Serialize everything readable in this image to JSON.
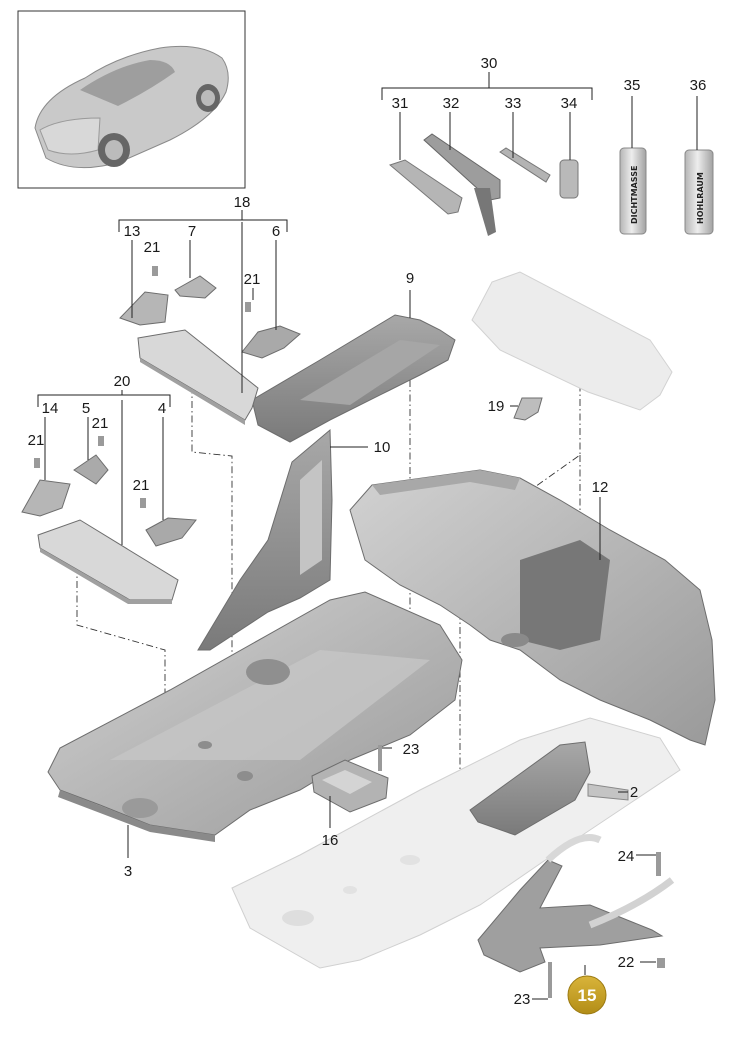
{
  "callouts": [
    {
      "id": "2",
      "label": "2"
    },
    {
      "id": "3",
      "label": "3"
    },
    {
      "id": "4",
      "label": "4"
    },
    {
      "id": "5",
      "label": "5"
    },
    {
      "id": "6",
      "label": "6"
    },
    {
      "id": "7",
      "label": "7"
    },
    {
      "id": "9",
      "label": "9"
    },
    {
      "id": "10",
      "label": "10"
    },
    {
      "id": "12",
      "label": "12"
    },
    {
      "id": "13",
      "label": "13"
    },
    {
      "id": "14",
      "label": "14"
    },
    {
      "id": "16",
      "label": "16"
    },
    {
      "id": "18",
      "label": "18"
    },
    {
      "id": "19",
      "label": "19"
    },
    {
      "id": "20",
      "label": "20"
    },
    {
      "id": "21a",
      "label": "21"
    },
    {
      "id": "21b",
      "label": "21"
    },
    {
      "id": "21c",
      "label": "21"
    },
    {
      "id": "21d",
      "label": "21"
    },
    {
      "id": "21e",
      "label": "21"
    },
    {
      "id": "22",
      "label": "22"
    },
    {
      "id": "23a",
      "label": "23"
    },
    {
      "id": "23b",
      "label": "23"
    },
    {
      "id": "24",
      "label": "24"
    },
    {
      "id": "30",
      "label": "30"
    },
    {
      "id": "31",
      "label": "31"
    },
    {
      "id": "32",
      "label": "32"
    },
    {
      "id": "33",
      "label": "33"
    },
    {
      "id": "34",
      "label": "34"
    },
    {
      "id": "35",
      "label": "35"
    },
    {
      "id": "36",
      "label": "36"
    }
  ],
  "highlight": {
    "label": "15",
    "color": "#c9a227"
  },
  "cans": {
    "sealant": "DICHTMASSE",
    "cavity": "HOHLRAUM"
  },
  "colors": {
    "part": "#b9b9b9",
    "part_dark": "#8c8c8c",
    "part_light": "#dcdcdc",
    "ghost": "#ececec"
  }
}
